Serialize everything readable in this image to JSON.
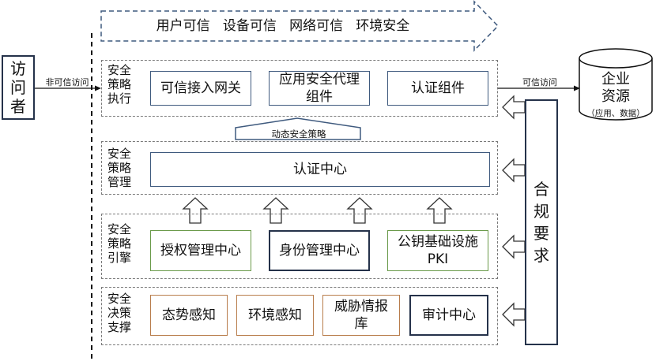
{
  "banner": {
    "text": "用户可信   设备可信   网络可信   环境安全"
  },
  "visitor": {
    "label": "访\n问\n者"
  },
  "untrusted_access": "非可信访问",
  "trusted_access": "可信访问",
  "enterprise": {
    "title": "企业\n资源",
    "subtitle": "（应用、数据）"
  },
  "compliance": {
    "label": "合\n规\n要\n求"
  },
  "dynamic_policy": "动态安全策略",
  "layers": {
    "execution": {
      "label": "安全\n策略\n执行",
      "items": [
        "可信接入网关",
        "应用安全代理\n组件",
        "认证组件"
      ]
    },
    "management": {
      "label": "安全\n策略\n管理",
      "items": [
        "认证中心"
      ]
    },
    "engine": {
      "label": "安全\n策略\n引擎",
      "items": [
        "授权管理中心",
        "身份管理中心",
        "公钥基础设施\nPKI"
      ]
    },
    "decision": {
      "label": "安全\n决策\n支撑",
      "items": [
        "态势感知",
        "环境感知",
        "威胁情报\n库",
        "审计中心"
      ]
    }
  },
  "colors": {
    "blue_border": "#3f5a7e",
    "green_border": "#6a9a4a",
    "orange_border": "#b87d4c",
    "navy_border": "#25324a"
  }
}
